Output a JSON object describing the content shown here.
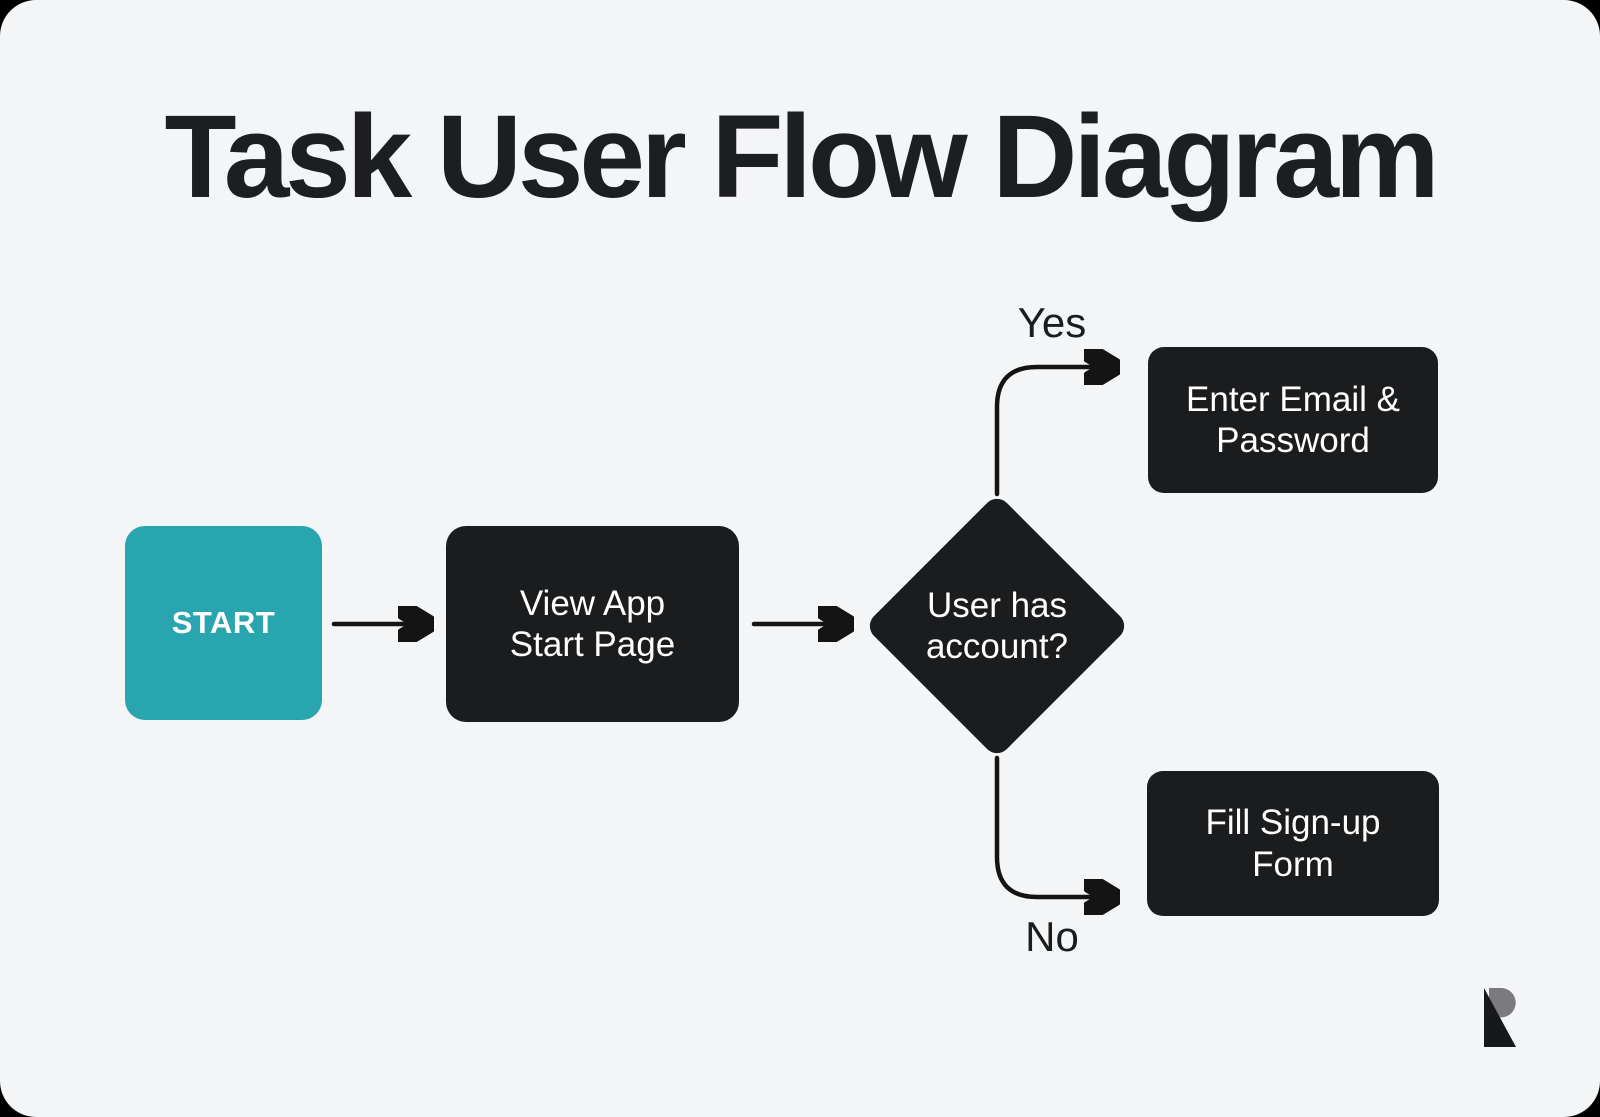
{
  "page": {
    "title": "Task User Flow Diagram"
  },
  "colors": {
    "outer_background": "#000000",
    "canvas_background": "#f4f5f6",
    "node_dark": "#1b1c1e",
    "node_teal": "#29a5af",
    "node_text": "#ffffff",
    "title_text": "#1d1e21",
    "connector_line": "#141414",
    "logo_gray": "#7b7b7f",
    "logo_black": "#17181b"
  },
  "nodes": {
    "start": {
      "label": "START",
      "type": "start"
    },
    "view_app": {
      "label": "View App\nStart Page",
      "type": "process"
    },
    "decision": {
      "label": "User has\naccount?",
      "type": "decision"
    },
    "enter_email": {
      "label": "Enter Email &\nPassword",
      "type": "process"
    },
    "fill_signup": {
      "label": "Fill Sign-up\nForm",
      "type": "process"
    }
  },
  "edges": [
    {
      "from": "start",
      "to": "view_app",
      "label": ""
    },
    {
      "from": "view_app",
      "to": "decision",
      "label": ""
    },
    {
      "from": "decision",
      "to": "enter_email",
      "label": "Yes"
    },
    {
      "from": "decision",
      "to": "fill_signup",
      "label": "No"
    }
  ],
  "icons": {
    "logo": "r-mark-logo"
  }
}
